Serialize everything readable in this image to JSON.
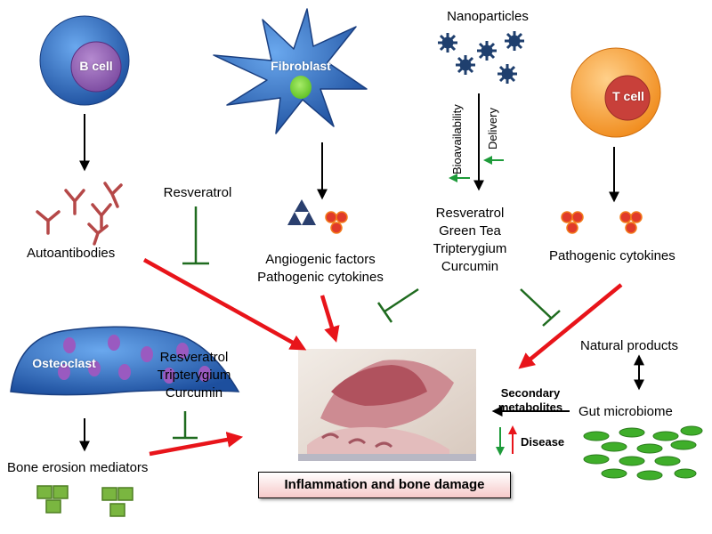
{
  "cells": {
    "b_cell": "B cell",
    "fibroblast": "Fibroblast",
    "t_cell": "T cell",
    "osteoclast": "Osteoclast"
  },
  "labels": {
    "nanoparticles": "Nanoparticles",
    "bioavailability": "Bioavailability",
    "delivery": "Delivery",
    "autoantibodies": "Autoantibodies",
    "resveratrol_left": "Resveratrol",
    "angiogenic": [
      "Angiogenic factors",
      "Pathogenic cytokines"
    ],
    "center_compounds": [
      "Resveratrol",
      "Green Tea",
      "Tripterygium",
      "Curcumin"
    ],
    "pathogenic_right": "Pathogenic cytokines",
    "bottom_compounds": [
      "Resveratrol",
      "Tripterygium",
      "Curcumin"
    ],
    "bone_erosion": "Bone erosion mediators",
    "natural_products": "Natural products",
    "gut_microbiome": "Gut microbiome",
    "secondary_metabolites": [
      "Secondary",
      "metabolites"
    ],
    "disease": "Disease",
    "outcome": "Inflammation and bone damage"
  },
  "colors": {
    "activation_arrow": "#e8141a",
    "inhibition": "#1f6b1f",
    "cell_blue": "#2f6fbf",
    "bone_green": "#7ab640"
  }
}
